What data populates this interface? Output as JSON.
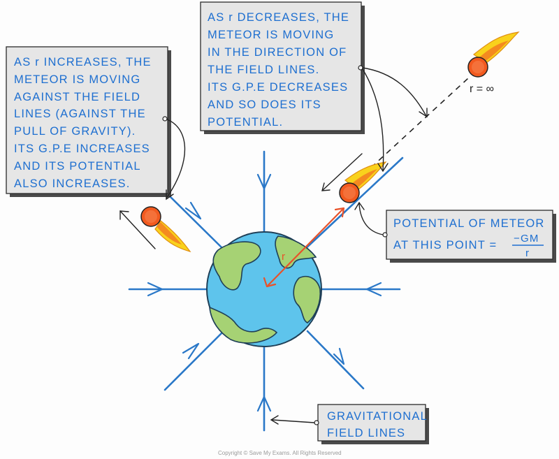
{
  "boxes": {
    "left": {
      "lines": [
        "AS r INCREASES, THE",
        "METEOR IS MOVING",
        "AGAINST THE FIELD",
        "LINES (AGAINST THE",
        "PULL OF GRAVITY).",
        "ITS G.P.E INCREASES",
        "AND ITS POTENTIAL",
        "ALSO INCREASES."
      ]
    },
    "top": {
      "lines": [
        "AS r DECREASES, THE",
        "METEOR IS MOVING",
        "IN THE DIRECTION OF",
        "THE FIELD LINES.",
        "ITS G.P.E DECREASES",
        "AND SO DOES ITS",
        "POTENTIAL."
      ]
    },
    "potential": {
      "line1": "POTENTIAL OF METEOR",
      "line2": "AT THIS POINT =",
      "numerator": "−GM",
      "denominator": "r"
    },
    "field": {
      "lines": [
        "GRAVITATIONAL",
        "FIELD LINES"
      ]
    }
  },
  "labels": {
    "radius": "r",
    "infinity": "r = ∞"
  },
  "copyright": "Copyright © Save My Exams. All Rights Reserved",
  "colors": {
    "text": "#1e6fd0",
    "box_fill": "#e6e6e6",
    "field_line": "#2a78c8",
    "radius_arrow": "#e8522a",
    "earth_ocean": "#5ec4ec",
    "earth_land": "#a6d274",
    "meteor_core": "#f25a1f",
    "meteor_tail": "#f9d21c"
  }
}
